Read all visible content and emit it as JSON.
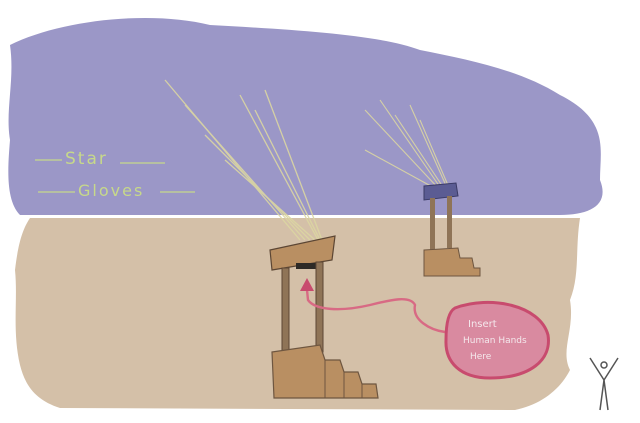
{
  "title": {
    "line1": "Star",
    "line2": "Gloves"
  },
  "callout": {
    "line1": "Insert",
    "line2": "Human Hands",
    "line3": "Here"
  },
  "colors": {
    "sky": "#9b97c7",
    "ground": "#d4c0a8",
    "title_text": "#c7d98a",
    "callout_fill": "#d98aa0",
    "callout_stroke": "#c84b6e",
    "arrow": "#d86a84",
    "wood": "#b98f62",
    "wood_dark": "#6e5640",
    "beam": "#dcd7a2"
  },
  "icons": {
    "logo": "stick-figure-logo"
  }
}
